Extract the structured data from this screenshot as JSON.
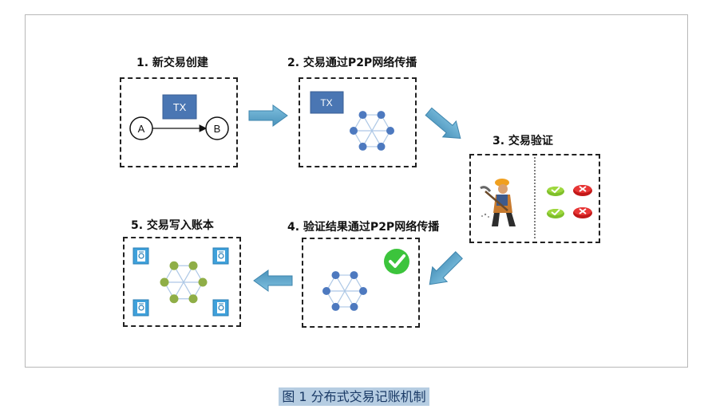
{
  "steps": {
    "s1": {
      "title": "1. 新交易创建",
      "tx": "TX",
      "node_a": "A",
      "node_b": "B"
    },
    "s2": {
      "title": "2. 交易通过P2P网络传播",
      "tx": "TX"
    },
    "s3": {
      "title": "3. 交易验证"
    },
    "s4": {
      "title": "4. 验证结果通过P2P网络传播"
    },
    "s5": {
      "title": "5. 交易写入账本"
    }
  },
  "caption": "图 1 分布式交易记账机制",
  "colors": {
    "tx_box": "#4a76b3",
    "arrow": "#5ea6c9",
    "network_node": "#4d79bf",
    "ledger_node": "#8fae47",
    "check": "#3cc43c",
    "ledger_icon": "#3fa1db"
  },
  "icons": [
    "miner-icon",
    "check-icon",
    "cross-icon",
    "ledger-icon",
    "flow-arrow-icon",
    "network-icon"
  ]
}
